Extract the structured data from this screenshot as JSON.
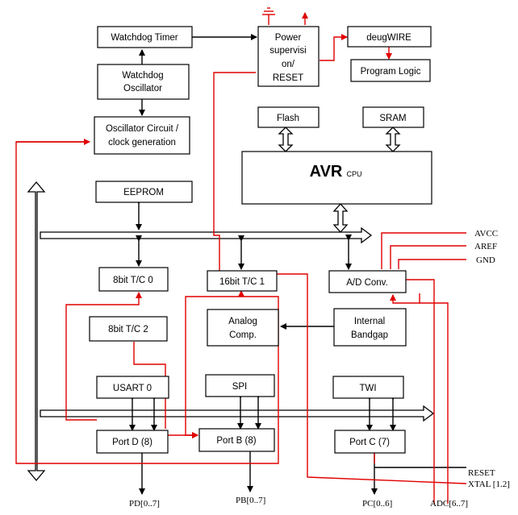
{
  "blocks": {
    "watchdog_timer": "Watchdog Timer",
    "watchdog_oscillator": [
      "Watchdog",
      "Oscillator"
    ],
    "oscillator_circuit": [
      "Oscillator Circuit /",
      "clock generation"
    ],
    "power_supervision": [
      "Power",
      "supervisi",
      "on/",
      "RESET"
    ],
    "debugwire": "deugWIRE",
    "program_logic": "Program Logic",
    "flash": "Flash",
    "sram": "SRAM",
    "cpu_main": "AVR",
    "cpu_sub": "CPU",
    "eeprom": "EEPROM",
    "tc0": "8bit T/C 0",
    "tc1": "16bit T/C 1",
    "adc": "A/D Conv.",
    "tc2": "8bit T/C 2",
    "analog_comp": [
      "Analog",
      "Comp."
    ],
    "bandgap": [
      "Internal",
      "Bandgap"
    ],
    "usart": "USART 0",
    "spi": "SPI",
    "twi": "TWI",
    "port_d": "Port D (8)",
    "port_b": "Port B (8)",
    "port_c": "Port C (7)"
  },
  "pins": {
    "avcc": "AVCC",
    "aref": "AREF",
    "gnd": "GND",
    "reset": "RESET",
    "xtal": "XTAL [1.2]",
    "pd": "PD[0..7]",
    "pb": "PB[0..7]",
    "pc": "PC[0..6]",
    "adc": "ADC[6..7]"
  },
  "colors": {
    "signal_red": "#e00000",
    "line_black": "#000000"
  }
}
